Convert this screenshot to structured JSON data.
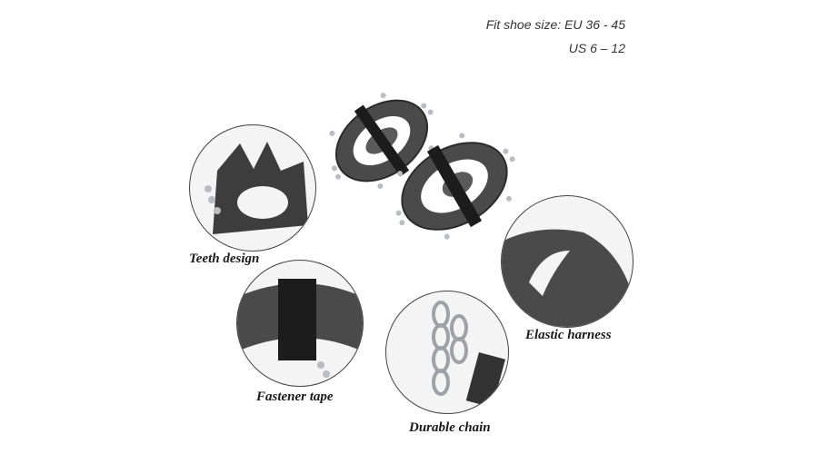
{
  "fit_size": {
    "line1": "Fit shoe size: EU 36 - 45",
    "line2": "US 6 – 12"
  },
  "features": {
    "teeth": "Teeth design",
    "fastener": "Fastener tape",
    "chain": "Durable chain",
    "harness": "Elastic harness"
  },
  "colors": {
    "rubber": "#4a4a4a",
    "strap": "#1c1c1c",
    "steel": "#b9bcc0"
  }
}
